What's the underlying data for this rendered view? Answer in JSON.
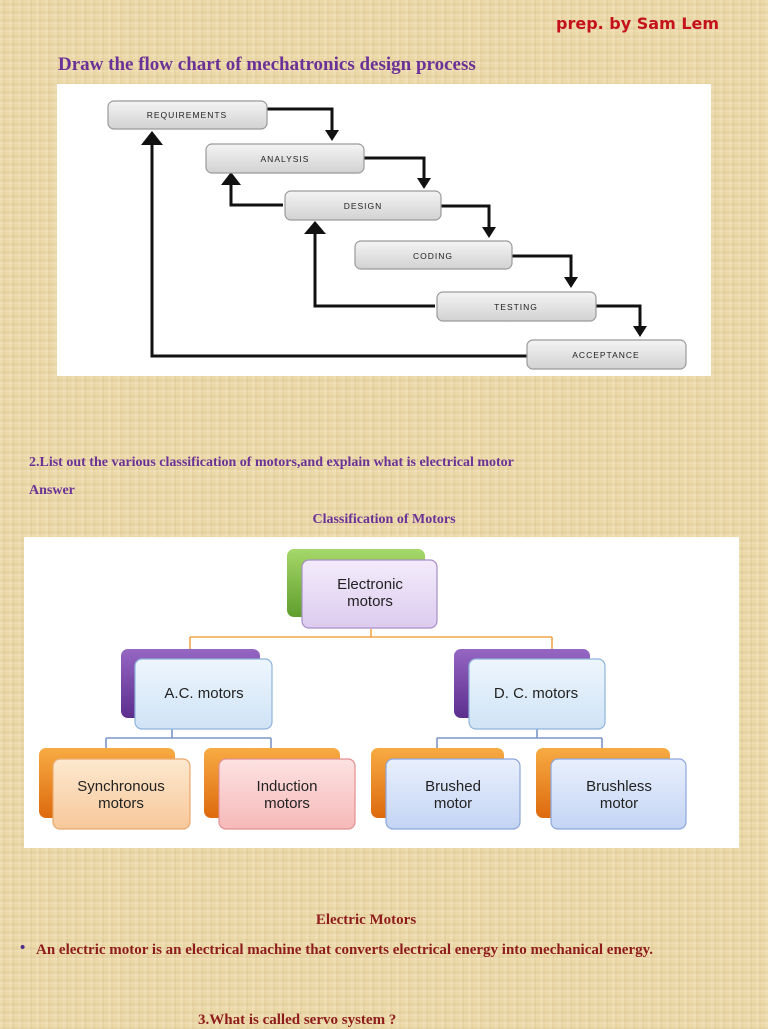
{
  "header": {
    "author": "prep. by Sam Lem"
  },
  "question1": {
    "text": "Draw the flow chart of mechatronics design process"
  },
  "waterfall": {
    "steps": [
      "REQUIREMENTS",
      "ANALYSIS",
      "DESIGN",
      "CODING",
      "TESTING",
      "ACCEPTANCE"
    ]
  },
  "question2": {
    "text": "2.List out the various classification of motors,and explain what is electrical motor",
    "answer_label": "Answer"
  },
  "classification": {
    "title": "Classification of Motors",
    "root": {
      "line1": "Electronic",
      "line2": "motors"
    },
    "ac": "A.C. motors",
    "dc": "D. C. motors",
    "leaves": {
      "synchronous": {
        "line1": "Synchronous",
        "line2": "motors"
      },
      "induction": {
        "line1": "Induction",
        "line2": "motors"
      },
      "brushed": {
        "line1": "Brushed",
        "line2": "motor"
      },
      "brushless": {
        "line1": "Brushless",
        "line2": "motor"
      }
    }
  },
  "electric_motors": {
    "title": "Electric Motors",
    "bullet": "An electric motor is an electrical machine that converts electrical energy into mechanical energy."
  },
  "question3": {
    "text": "3.What is called servo system ?"
  }
}
